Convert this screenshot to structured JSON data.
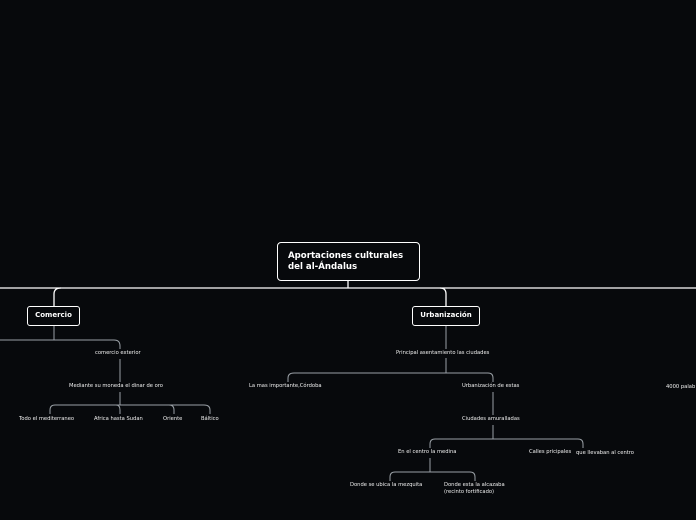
{
  "root": {
    "title": "Aportaciones culturales del al-Ándalus"
  },
  "topics": {
    "comercio": {
      "label": "Comercio",
      "exterior": "comercio exterior",
      "moneda": "Mediante su moneda el dinar de oro",
      "destinos": [
        "Todo el mediterraneo",
        "Africa hasta Sudan",
        "Oriente",
        "Báltico"
      ]
    },
    "urbanizacion": {
      "label": "Urbanización",
      "asentamiento": "Principal asentamiento las ciudades",
      "cordoba": "La mas importante,Córdoba",
      "estas": "Urbanización de estas",
      "amuralladas": "Ciudades amuralladas",
      "medina": "En el centro la medina",
      "calles": "Calles pricipales",
      "calles_detalle": "que llevaban al centro",
      "mezquita": "Donde se ubica la mezquita",
      "alcazaba": "Donde esta la alcazaba (recinto fortificado)"
    },
    "edge_right": "4000 palab"
  },
  "colors": {
    "background": "#07090c",
    "lines": "#ffffff",
    "sublines": "#9aa0a6"
  }
}
